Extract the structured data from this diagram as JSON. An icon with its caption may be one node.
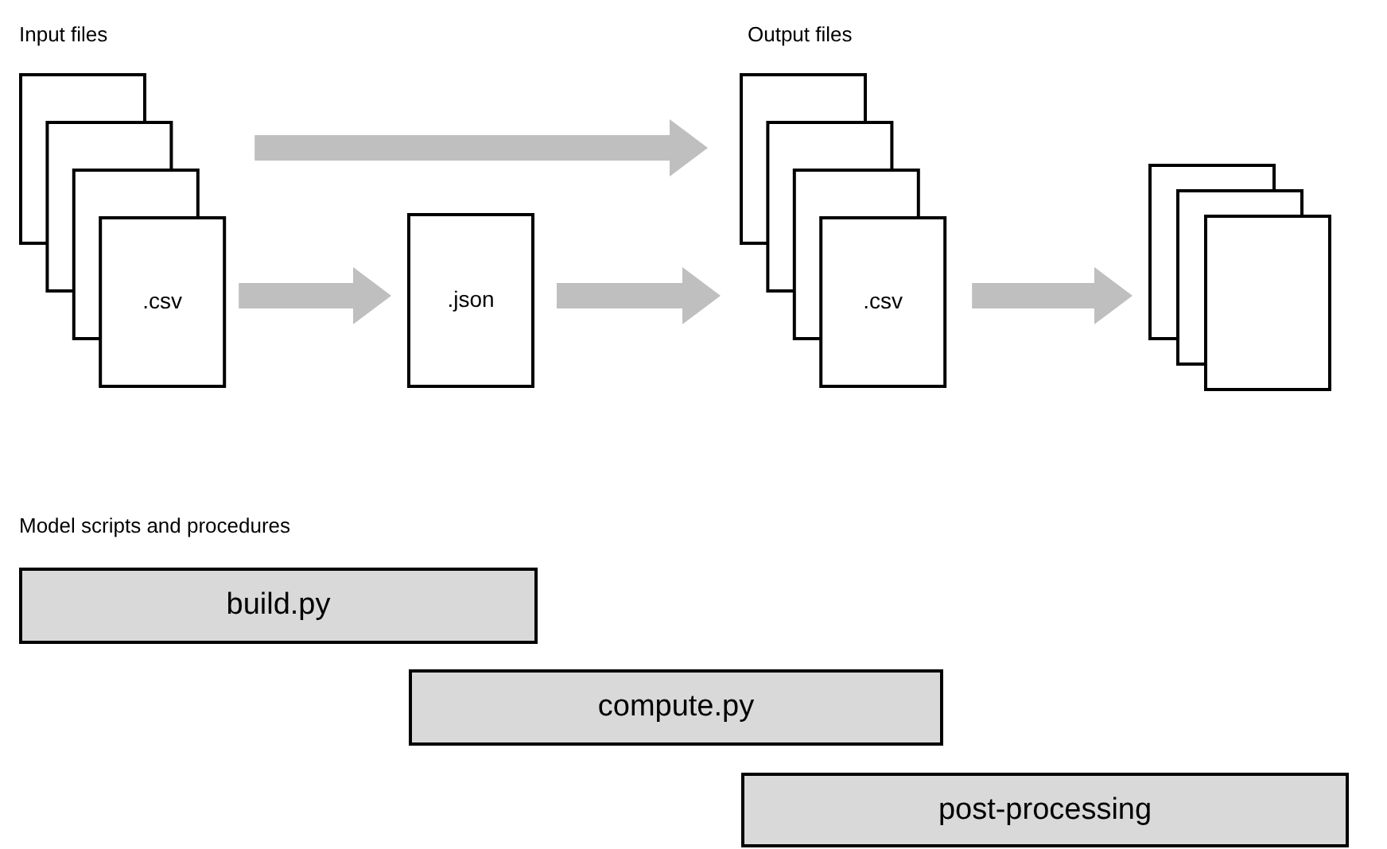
{
  "diagram": {
    "nodes": [
      {
        "text": [
          ".csv"
        ]
      },
      {
        "text": [
          ".json"
        ]
      },
      {
        "text": [
          ".csv"
        ]
      },
      {
        "text": [],
        "shape": "document"
      },
      {
        "text": [
          "build.py"
        ]
      },
      {
        "text": [
          "compute.py"
        ]
      },
      {
        "text": [
          "post-processing"
        ]
      }
    ],
    "edges": [
      {
        "from": 0,
        "to": 2,
        "arrow": "to"
      },
      {
        "from": 0,
        "to": 1,
        "arrow": "to"
      },
      {
        "from": 1,
        "to": 2,
        "arrow": "to"
      },
      {
        "from": 2,
        "to": 3,
        "arrow": "to"
      }
    ],
    "labels": [
      "Input files",
      "Output files",
      "Model scripts and procedures"
    ]
  }
}
